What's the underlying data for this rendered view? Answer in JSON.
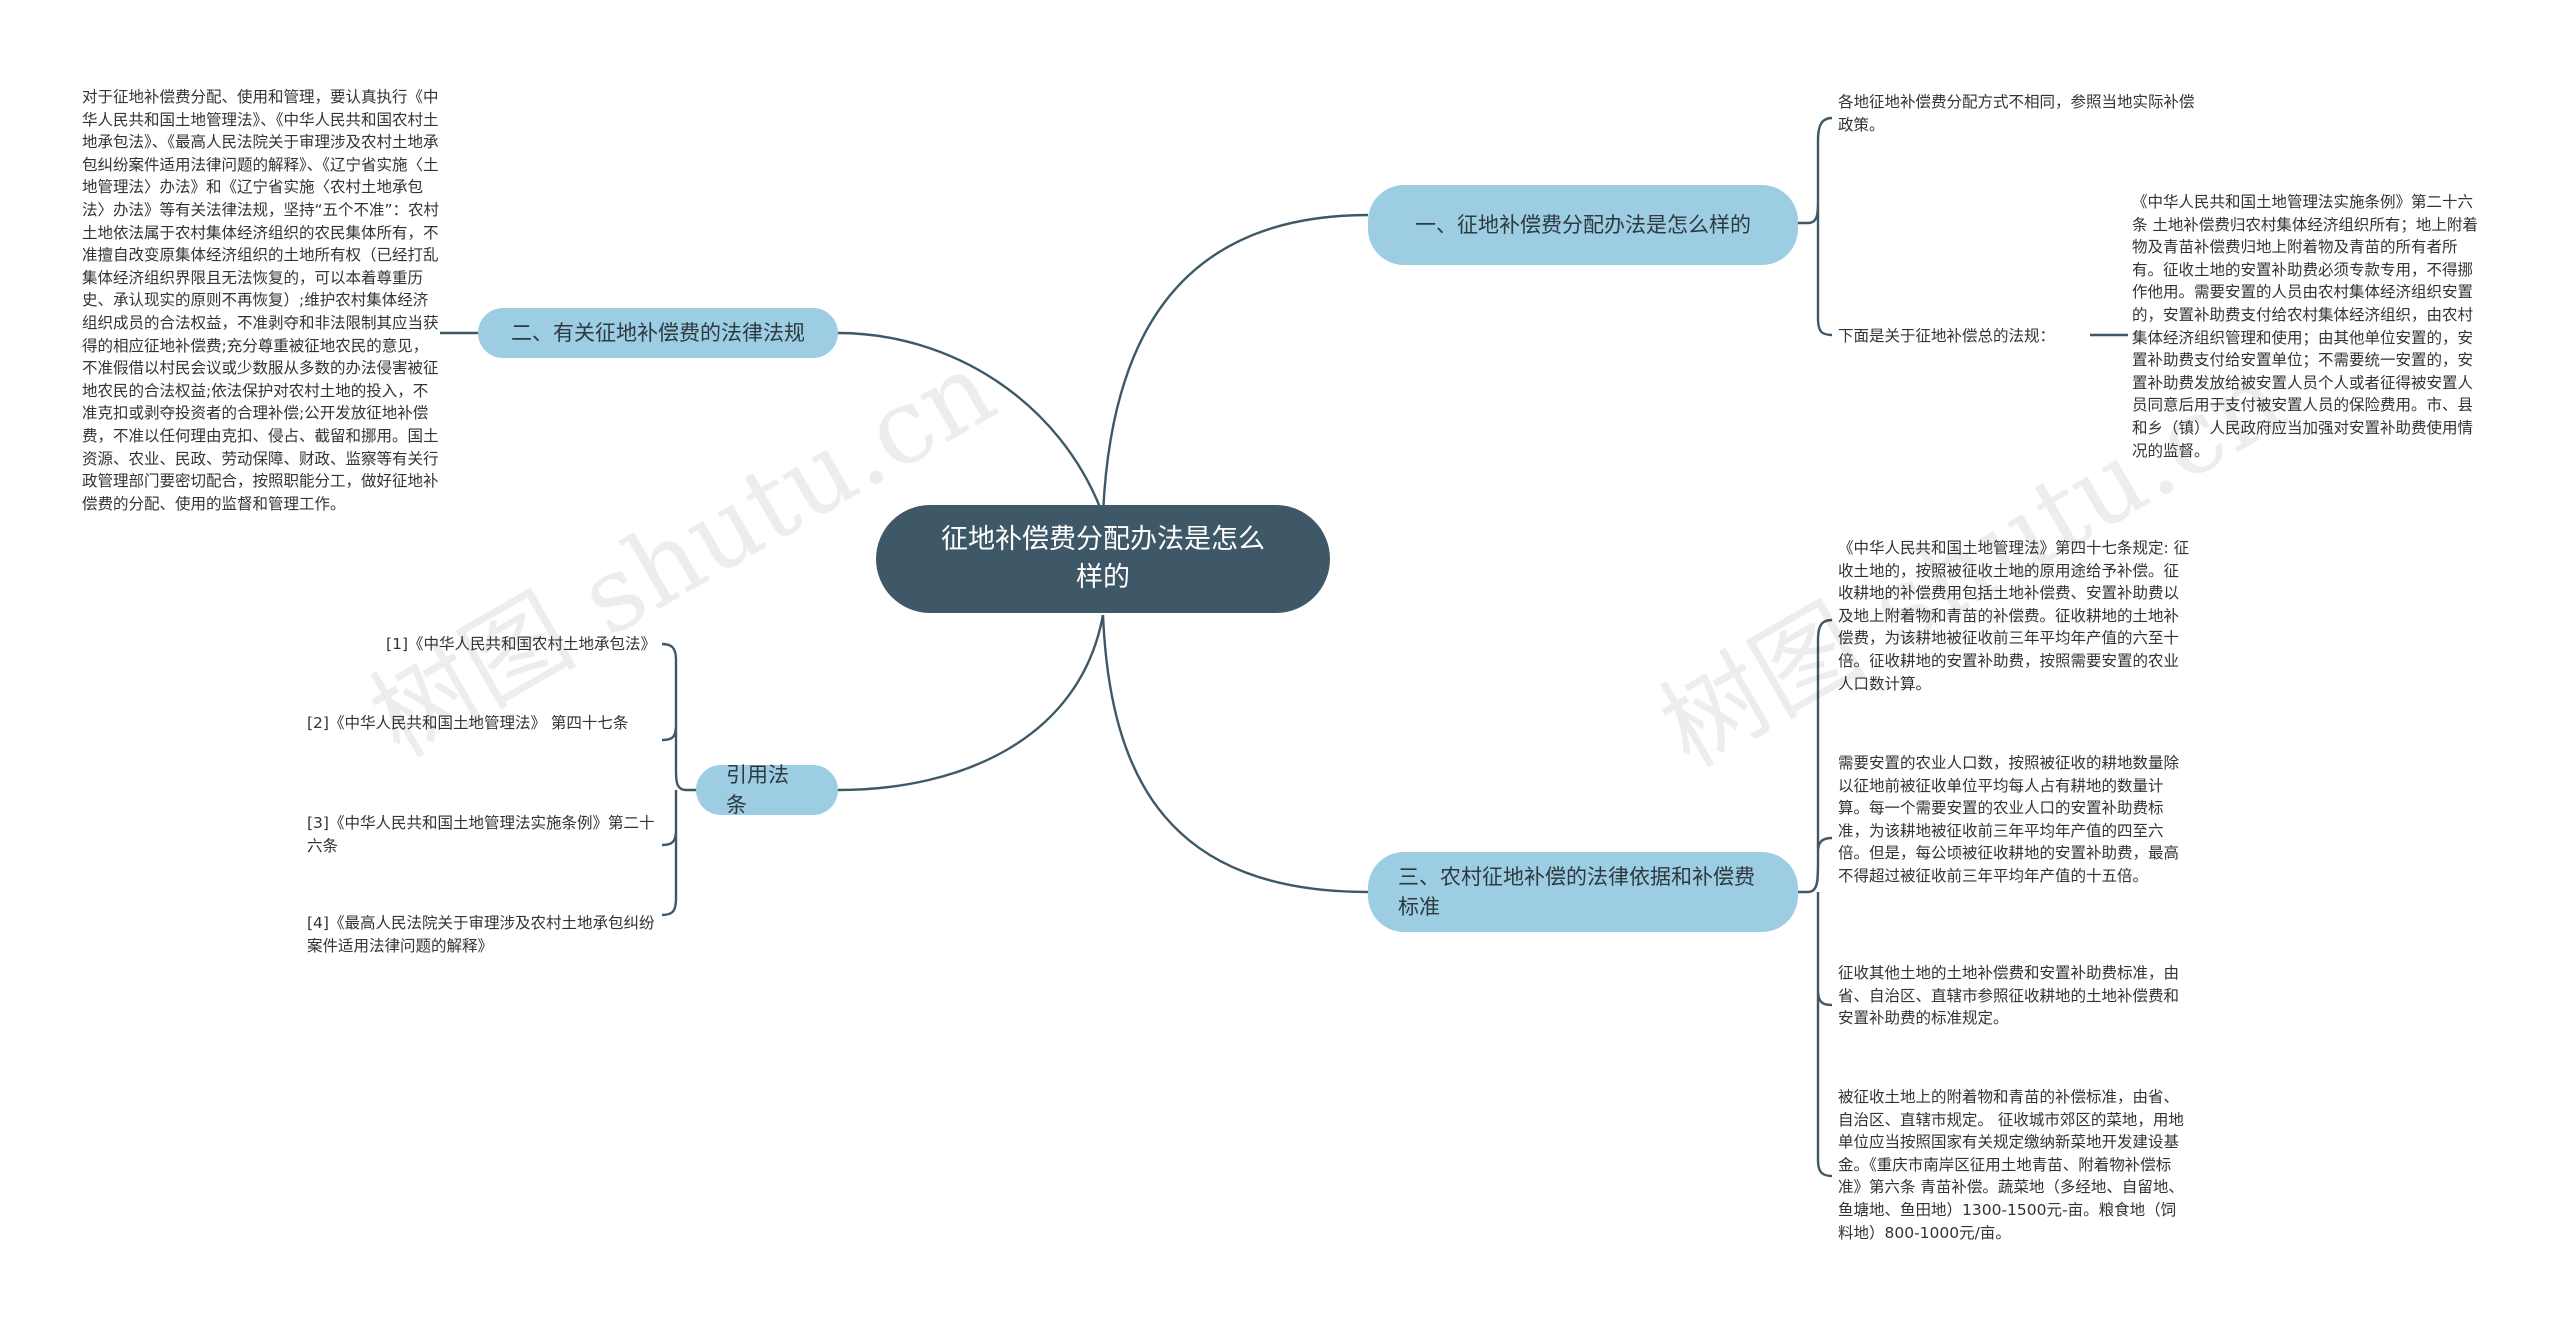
{
  "root": {
    "title": "征地补偿费分配办法是怎么样的"
  },
  "branches": {
    "b1": {
      "label": "一、征地补偿费分配办法是怎么样的"
    },
    "b2": {
      "label": "二、有关征地补偿费的法律法规"
    },
    "b3": {
      "label": "引用法条"
    },
    "b4": {
      "label": "三、农村征地补偿的法律依据和补偿费标准"
    }
  },
  "leaves": {
    "b1_note1": "各地征地补偿费分配方式不相同，参照当地实际补偿政策。",
    "b1_note2": "下面是关于征地补偿总的法规：",
    "b1_law": "《中华人民共和国土地管理法实施条例》第二十六条 土地补偿费归农村集体经济组织所有；地上附着物及青苗补偿费归地上附着物及青苗的所有者所有。征收土地的安置补助费必须专款专用，不得挪作他用。需要安置的人员由农村集体经济组织安置的，安置补助费支付给农村集体经济组织，由农村集体经济组织管理和使用；由其他单位安置的，安置补助费支付给安置单位；不需要统一安置的，安置补助费发放给被安置人员个人或者征得被安置人员同意后用于支付被安置人员的保险费用。市、县和乡（镇）人民政府应当加强对安置补助费使用情况的监督。",
    "b2_text": "对于征地补偿费分配、使用和管理，要认真执行《中华人民共和国土地管理法》、《中华人民共和国农村土地承包法》、《最高人民法院关于审理涉及农村土地承包纠纷案件适用法律问题的解释》、《辽宁省实施〈土地管理法〉办法》和《辽宁省实施〈农村土地承包法〉办法》等有关法律法规，坚持“五个不准”：农村土地依法属于农村集体经济组织的农民集体所有，不准擅自改变原集体经济组织的土地所有权（已经打乱集体经济组织界限且无法恢复的，可以本着尊重历史、承认现实的原则不再恢复）;维护农村集体经济组织成员的合法权益，不准剥夺和非法限制其应当获得的相应征地补偿费;充分尊重被征地农民的意见，不准假借以村民会议或少数服从多数的办法侵害被征地农民的合法权益;依法保护对农村土地的投入，不准克扣或剥夺投资者的合理补偿;公开发放征地补偿费，不准以任何理由克扣、侵占、截留和挪用。国土资源、农业、民政、劳动保障、财政、监察等有关行政管理部门要密切配合，按照职能分工，做好征地补偿费的分配、使用的监督和管理工作。",
    "ref1": "[1]《中华人民共和国农村土地承包法》",
    "ref2": "[2]《中华人民共和国土地管理法》 第四十七条",
    "ref3": "[3]《中华人民共和国土地管理法实施条例》第二十六条",
    "ref4": "[4]《最高人民法院关于审理涉及农村土地承包纠纷案件适用法律问题的解释》",
    "b4_1": "《中华人民共和国土地管理法》第四十七条规定: 征收土地的，按照被征收土地的原用途给予补偿。征收耕地的补偿费用包括土地补偿费、安置补助费以及地上附着物和青苗的补偿费。征收耕地的土地补偿费，为该耕地被征收前三年平均年产值的六至十倍。征收耕地的安置补助费，按照需要安置的农业人口数计算。",
    "b4_2": "需要安置的农业人口数，按照被征收的耕地数量除以征地前被征收单位平均每人占有耕地的数量计算。每一个需要安置的农业人口的安置补助费标准，为该耕地被征收前三年平均年产值的四至六倍。但是，每公顷被征收耕地的安置补助费，最高不得超过被征收前三年平均年产值的十五倍。",
    "b4_3": "征收其他土地的土地补偿费和安置补助费标准，由省、自治区、直辖市参照征收耕地的土地补偿费和安置补助费的标准规定。",
    "b4_4": "被征收土地上的附着物和青苗的补偿标准，由省、自治区、直辖市规定。 征收城市郊区的菜地，用地单位应当按照国家有关规定缴纳新菜地开发建设基金。《重庆市南岸区征用土地青苗、附着物补偿标准》第六条 青苗补偿。蔬菜地（多经地、自留地、鱼塘地、鱼田地）1300-1500元-亩。粮食地（饲料地）800-1000元/亩。"
  },
  "watermark": {
    "text": "树图 shutu.cn"
  },
  "colors": {
    "root_bg": "#3f5868",
    "branch_bg": "#9ccde3",
    "line": "#3f5868"
  }
}
